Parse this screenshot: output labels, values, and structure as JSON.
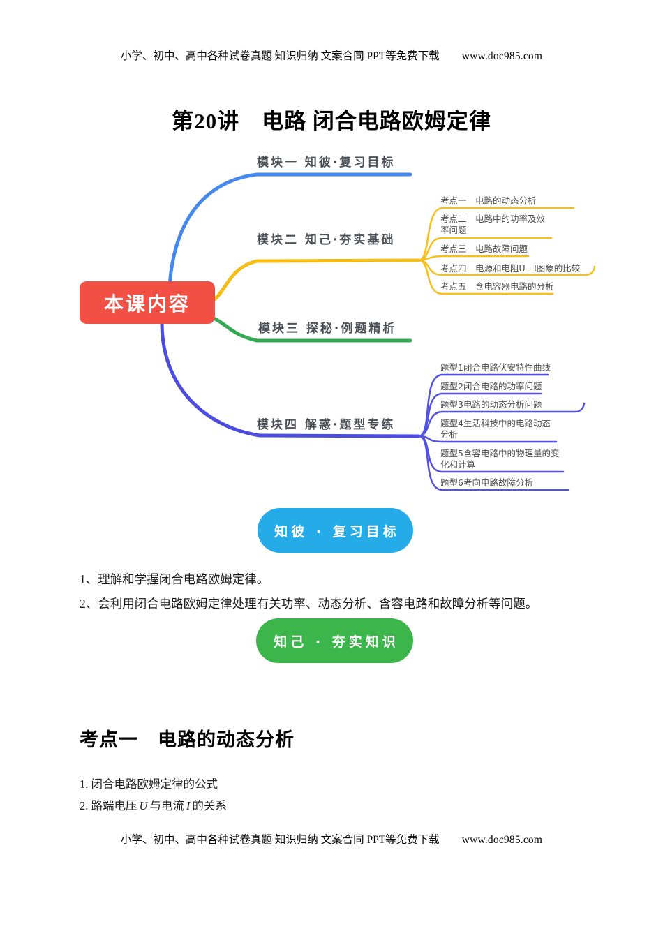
{
  "header": {
    "text": "小学、初中、高中各种试卷真题 知识归纳 文案合同 PPT等免费下载",
    "url": "www.doc985.com"
  },
  "title": "第20讲　电路 闭合电路欧姆定律",
  "mindmap": {
    "root": {
      "label": "本课内容"
    },
    "branches": [
      {
        "label": "模块一 知彼·复习目标",
        "children": []
      },
      {
        "label": "模块二 知己·夯实基础",
        "children": [
          {
            "label": "考点一　电路的动态分析"
          },
          {
            "label": "考点二　电路中的功率及效率问题"
          },
          {
            "label": "考点三　电路故障问题"
          },
          {
            "label": "考点四　电源和电阻U - I图象的比较"
          },
          {
            "label": "考点五　含电容器电路的分析"
          }
        ]
      },
      {
        "label": "模块三 探秘·例题精析",
        "children": []
      },
      {
        "label": "模块四 解惑·题型专练",
        "children": [
          {
            "label": "题型1闭合电路伏安特性曲线"
          },
          {
            "label": "题型2闭合电路的功率问题"
          },
          {
            "label": "题型3电路的动态分析问题"
          },
          {
            "label": "题型4生活科技中的电路动态分析"
          },
          {
            "label": "题型5含容电路中的物理量的变化和计算"
          },
          {
            "label": "题型6考向电路故障分析"
          }
        ]
      }
    ],
    "colors": {
      "root": "#F25044",
      "branch1_blue": "#4689EC",
      "branch2_yellow": "#F6BD16",
      "branch3_green": "#35A853",
      "branch4_violet": "#4C4CE0"
    }
  },
  "badges": {
    "review": {
      "label": "知彼 · 复习目标",
      "color": "#25ACE8"
    },
    "knowledge": {
      "label": "知己 · 夯实知识",
      "color": "#3CB54A"
    }
  },
  "goals": [
    "1、理解和学握闭合电路欧姆定律。",
    "2、会利用闭合电路欧姆定律处理有关功率、动态分析、含容电路和故障分析等问题。"
  ],
  "section": {
    "heading": "考点一　电路的动态分析",
    "point1": "1. 闭合电路欧姆定律的公式",
    "point2": {
      "prefix": "2. 路端电压",
      "var_u": "U",
      "mid": "与电流",
      "var_i": "I",
      "suffix": "的关系"
    }
  },
  "footer": {
    "text": "小学、初中、高中各种试卷真题 知识归纳 文案合同 PPT等免费下载",
    "url": "www.doc985.com"
  }
}
